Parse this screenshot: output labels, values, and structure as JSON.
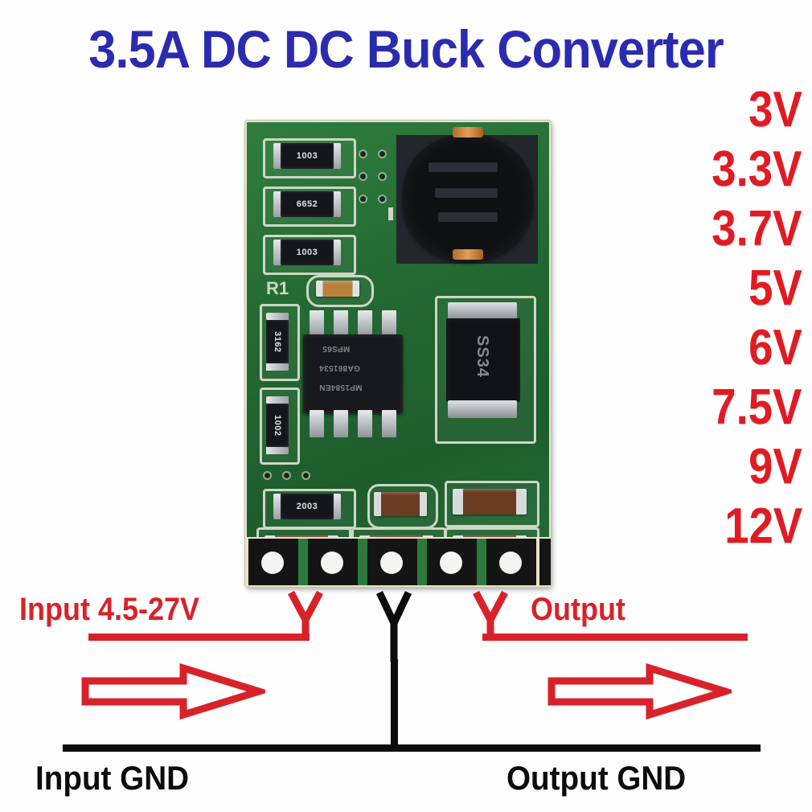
{
  "header": {
    "title": "3.5A DC DC Buck Converter",
    "title_color": "#2b2bb0"
  },
  "voltage_list": {
    "color": "#e11b23",
    "items": [
      "3V",
      "3.3V",
      "3.7V",
      "5V",
      "6V",
      "7.5V",
      "9V",
      "12V"
    ]
  },
  "annotations": {
    "input_label": "Input 4.5-27V",
    "output_label": "Output",
    "input_gnd_label": "Input GND",
    "output_gnd_label": "Output GND",
    "input_arrow": "arrow-right",
    "output_arrow": "arrow-right",
    "red_color": "#d8222a",
    "black_color": "#0c0c0c"
  },
  "board": {
    "silkscreen_r1": "R1",
    "ic_line1": "MP1584EN",
    "ic_line2": "GA861534",
    "ic_line3": "MPS65",
    "diode_marking": "SS34",
    "resistors": [
      {
        "code": "1003"
      },
      {
        "code": "6652"
      },
      {
        "code": "1003"
      },
      {
        "code": "3162"
      },
      {
        "code": "1002"
      },
      {
        "code": "2003"
      }
    ],
    "pad_count": 6
  }
}
